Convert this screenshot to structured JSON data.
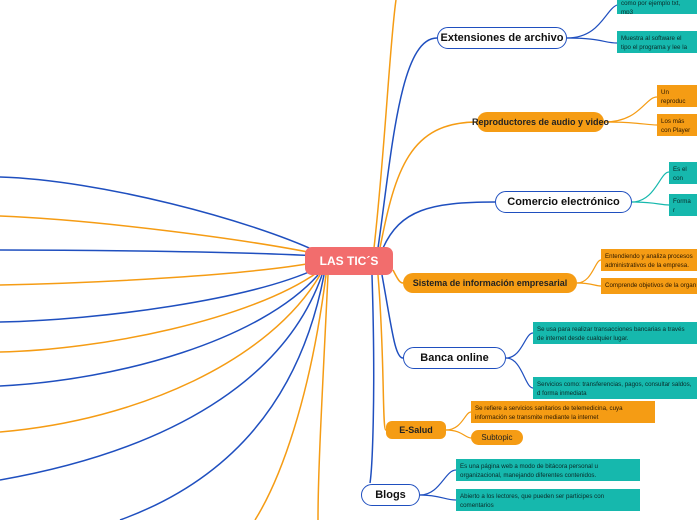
{
  "center": {
    "label": "LAS TIC´S"
  },
  "branches": [
    {
      "label": "Extensiones de archivo",
      "children": [
        "como por ejemplo txt, mp3",
        "Muestra al software el tipo el programa y lee la inform"
      ]
    },
    {
      "label": "Reproductores de audio y video",
      "children": [
        "Un reproduc audio, video",
        "Los más con Player y"
      ]
    },
    {
      "label": "Comercio electrónico",
      "children": [
        "Es el con distribu",
        "Forma r producto"
      ]
    },
    {
      "label": "Sistema de información empresarial",
      "children": [
        "Entendiendo y analiza procesos administrativos de la empresa.",
        "Comprende objetivos de la organ"
      ]
    },
    {
      "label": "Banca online",
      "children": [
        "Se usa para realizar transacciones bancarias a través de internet desde cualquier lugar.",
        "Servicios como: transferencias, pagos, consultar saldos, d forma inmediata"
      ]
    },
    {
      "label": "E-Salud",
      "children": [
        "Se refiere a servicios sanitarios de telemedicina, cuya información se transmite mediante la internet",
        "Subtopic"
      ]
    },
    {
      "label": "Blogs",
      "children": [
        "Es una página web a modo de bitácora personal u organizacional, manejando diferentes contenidos.",
        "Abierto a los lectores, que pueden  ser participes con comentarios"
      ]
    }
  ],
  "colors": {
    "center": "#f26d6d",
    "blue": "#1f4fbf",
    "orange": "#f59c14",
    "teal": "#16b8ad"
  }
}
